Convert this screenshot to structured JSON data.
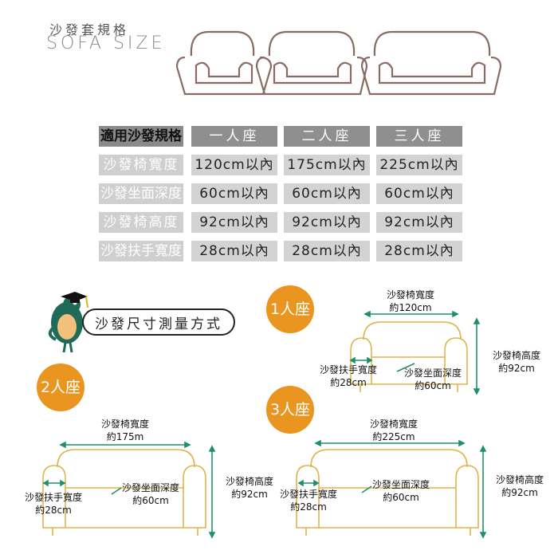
{
  "header": {
    "title_cn": "沙發套規格",
    "title_en": "SOFA SIZE"
  },
  "table": {
    "header_label": "適用沙發規格",
    "columns": [
      "一人座",
      "二人座",
      "三人座"
    ],
    "rows": [
      {
        "label": "沙發椅寬度",
        "values": [
          "120cm以內",
          "175cm以內",
          "225cm以內"
        ]
      },
      {
        "label": "沙發坐面深度",
        "values": [
          "60cm以內",
          "60cm以內",
          "60cm以內"
        ]
      },
      {
        "label": "沙發椅高度",
        "values": [
          "92cm以內",
          "92cm以內",
          "92cm以內"
        ]
      },
      {
        "label": "沙發扶手寬度",
        "values": [
          "28cm以內",
          "28cm以內",
          "28cm以內"
        ]
      }
    ]
  },
  "measure_banner": "沙發尺寸測量方式",
  "colors": {
    "accent": "#e99520",
    "mascot": "#1f6b57",
    "sofa_line": "#e0b44a",
    "arrow": "#1f8f6e"
  },
  "diagrams": {
    "one_seat": {
      "badge": "1人座",
      "width_label": "沙發椅寬度",
      "width_value": "約120cm",
      "height_label": "沙發椅高度",
      "height_value": "約92cm",
      "arm_label": "沙發扶手寬度",
      "arm_value": "約28cm",
      "depth_label": "沙發坐面深度",
      "depth_value": "約60cm"
    },
    "two_seat": {
      "badge": "2人座",
      "width_label": "沙發椅寬度",
      "width_value": "約175m",
      "height_label": "沙發椅高度",
      "height_value": "約92cm",
      "arm_label": "沙發扶手寬度",
      "arm_value": "約28cm",
      "depth_label": "沙發坐面深度",
      "depth_value": "約60cm"
    },
    "three_seat": {
      "badge": "3人座",
      "width_label": "沙發椅寬度",
      "width_value": "約225cm",
      "height_label": "沙發椅高度",
      "height_value": "約92cm",
      "arm_label": "沙發扶手寬度",
      "arm_value": "約28cm",
      "depth_label": "沙發坐面深度",
      "depth_value": "約60cm"
    }
  }
}
